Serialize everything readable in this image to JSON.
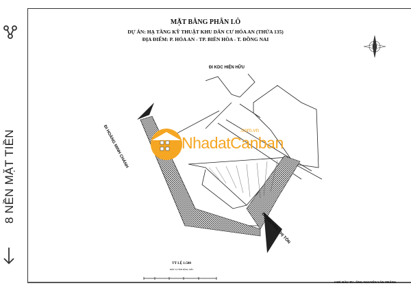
{
  "sidebar": {
    "share_icon": "share-nodes-icon",
    "vertical_label": "8 NỀN MẶT TIỀN",
    "scroll_icon": "arrow-down-icon"
  },
  "document": {
    "title": "MẶT BẰNG PHÂN LÔ",
    "project": "DỰ ÁN: HẠ TẦNG KỸ THUẬT KHU DÂN CƯ HÓA AN (THỬA 135)",
    "location": "ĐỊA ĐIỂM: P. HÓA AN - TP. BIÊN HÒA - T. ĐỒNG NAI",
    "road_labels": {
      "north": "ĐI KDC HIỆN HỮU",
      "west": "ĐI HOÀNG MINH CHÁNH",
      "south": "ĐI NGUYỄN THỊ TỒN"
    },
    "scale": "TỶ LỆ 1:500",
    "scale_note": "ĐƠN VỊ TÍNH BẰNG MÉT",
    "footer": "CHỦ ĐẦU TƯ:   ÔNG NGUYỄN VĂN THẮNG"
  },
  "watermark": {
    "brand": "NhadatCanban",
    "domain": ".com.vn",
    "color": "#f5a623"
  }
}
